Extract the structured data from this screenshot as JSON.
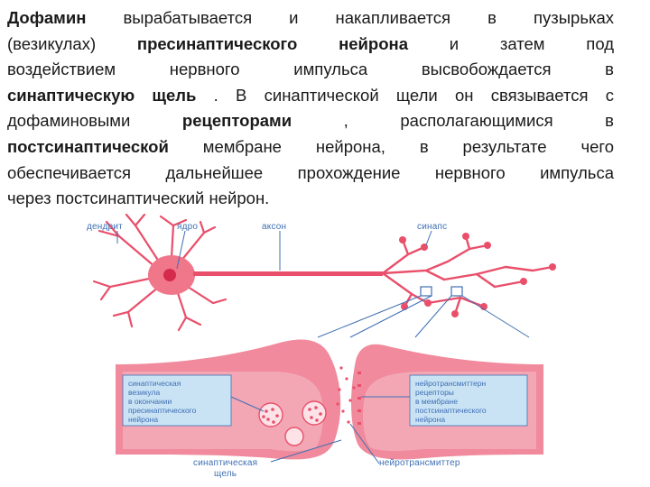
{
  "text": {
    "line1_b": "Дофамин",
    "line1": " вырабатывается и накапливается в пузырьках",
    "line2a": "(везикулах) ",
    "line2_b": "пресинаптического нейрона",
    "line2c": " и затем под",
    "line3": "воздействием нервного импульса высвобождается в",
    "line4_b": "синаптическую щель",
    "line4c": " . В синаптической щели он связывается с",
    "line5a": "дофаминовыми ",
    "line5_b": "рецепторами",
    "line5c": " , располагающимися в",
    "line6_b": "постсинаптической",
    "line6c": " мембране нейрона, в результате чего",
    "line7": "обеспечивается дальнейшее прохождение нервного импульса",
    "line8": "через постсинаптический нейрон."
  },
  "diagram": {
    "labels": {
      "dendrite": "дендрит",
      "nucleus": "ядро",
      "axon": "аксон",
      "synapse": "синапс",
      "vesicle_box": [
        "синаптическая",
        "везикула",
        "в окончании",
        "пресинаптического",
        "нейрона"
      ],
      "receptor_box": [
        "нейротрансмиттерн",
        "рецепторы",
        "в мембране",
        "постсинаптического",
        "нейрона"
      ],
      "cleft": [
        "синаптическая",
        "щель"
      ],
      "neurotransmitter": "нейротрансмиттер"
    },
    "colors": {
      "neuron": "#e94f6a",
      "neuron_light": "#f3a7b4",
      "label": "#3f6fb3",
      "box_fill": "#c9e3f5"
    }
  }
}
